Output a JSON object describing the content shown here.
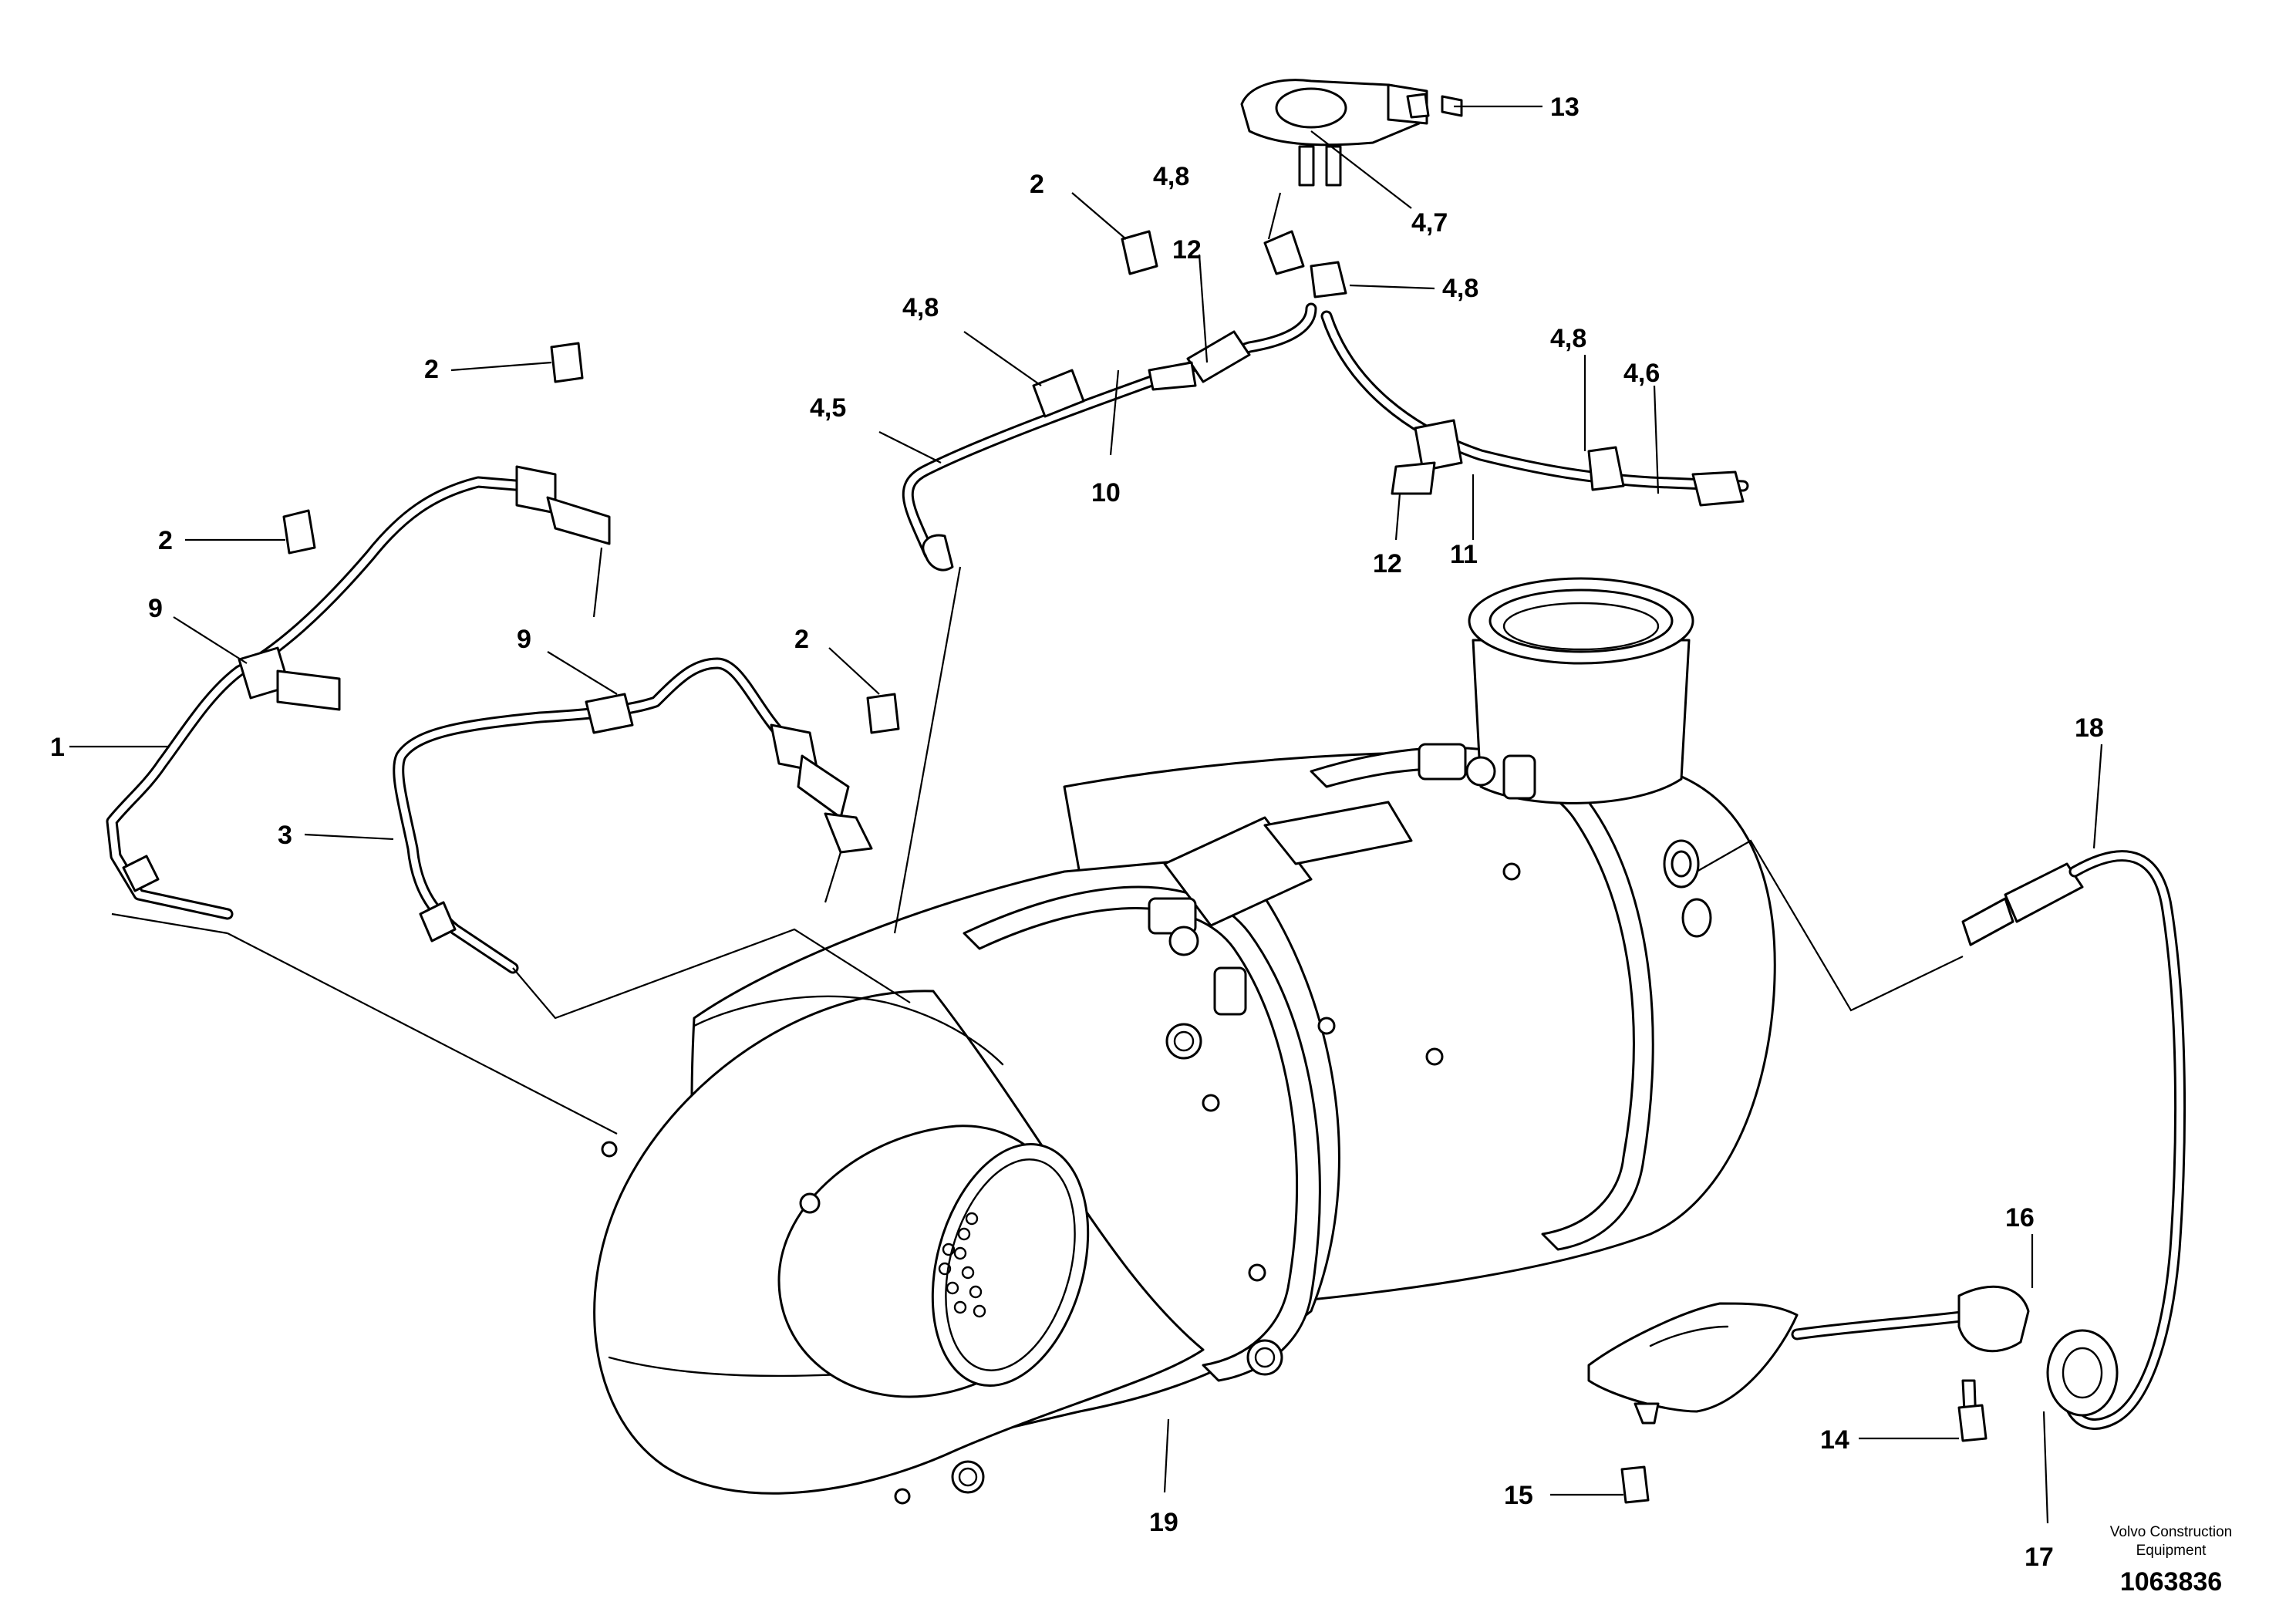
{
  "diagram": {
    "callouts": {
      "c13": "13",
      "c4_7": "4,7",
      "c4_8_top": "4,8",
      "c4_8_mid": "4,8",
      "c4_8_left": "4,8",
      "c4_8_right": "4,8",
      "c4_6": "4,6",
      "c2_top": "2",
      "c12_top": "12",
      "c4_5": "4,5",
      "c10": "10",
      "c12_bottom": "12",
      "c11": "11",
      "c2_left_upper": "2",
      "c2_left_lower": "2",
      "c9_left": "9",
      "c1": "1",
      "c9_mid": "9",
      "c3": "3",
      "c2_mid": "2",
      "c18": "18",
      "c16": "16",
      "c14": "14",
      "c15": "15",
      "c17": "17",
      "c19": "19"
    },
    "footer": {
      "brand_line1": "Volvo Construction",
      "brand_line2": "Equipment",
      "doc_number": "1063836"
    }
  }
}
